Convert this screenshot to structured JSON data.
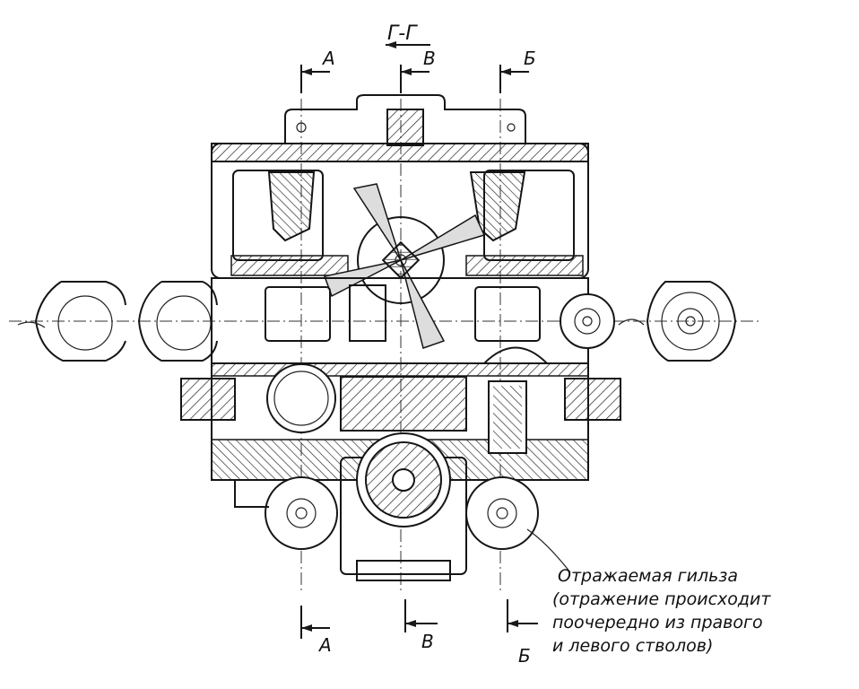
{
  "section_title": "Г-Г",
  "section_marks_top": [
    "А",
    "В",
    "Б"
  ],
  "section_marks_bottom": [
    "А",
    "В",
    "Б"
  ],
  "callout_lines": [
    "Отражаемая гильза",
    "(отражение происходит",
    "поочередно из правого",
    "и левого стволов)"
  ]
}
